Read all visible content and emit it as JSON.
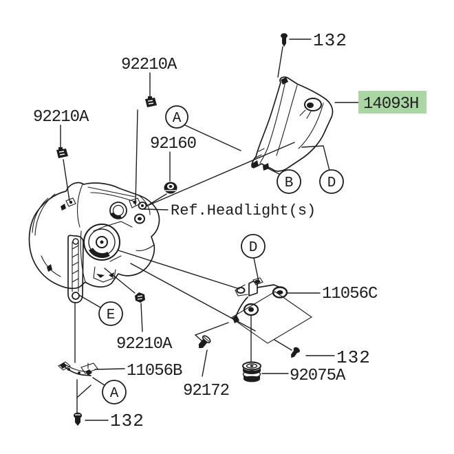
{
  "highlight": {
    "part_number": "14093H",
    "color": "#a9d6a3"
  },
  "labels": {
    "screw_top": "132",
    "clip_top": "92210A",
    "clip_left": "92210A",
    "grommet": "92160",
    "ref_headlight": "Ref.Headlight(s)",
    "bracket_upper": "11056C",
    "screw_right": "132",
    "damper": "92075A",
    "screw_92172": "92172",
    "nut_lower": "92210A",
    "bracket_lower": "11056B",
    "screw_bottom": "132"
  },
  "callouts": {
    "a_top": "A",
    "b": "B",
    "d_top": "D",
    "d_bottom": "D",
    "e": "E",
    "a_bottom": "A"
  }
}
